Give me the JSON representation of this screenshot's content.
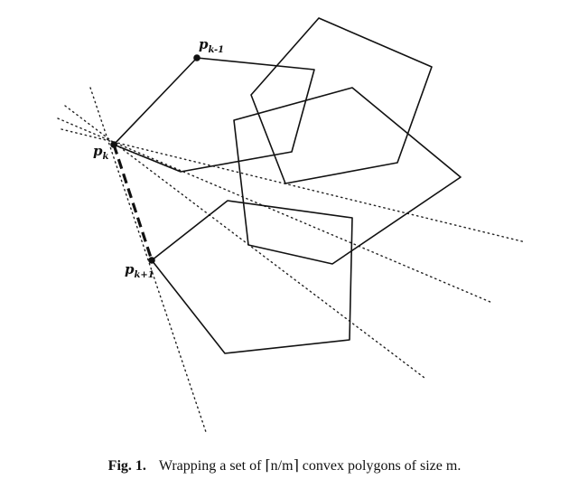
{
  "figure": {
    "labels": {
      "pk_minus_1": {
        "main": "p",
        "sub": "k-1"
      },
      "pk": {
        "main": "p",
        "sub": "k"
      },
      "pk_plus_1": {
        "main": "p",
        "sub": "k+1"
      }
    }
  },
  "caption": {
    "number": "Fig. 1.",
    "text": "Wrapping a set of ⌈n/m⌉ convex polygons of size m."
  }
}
